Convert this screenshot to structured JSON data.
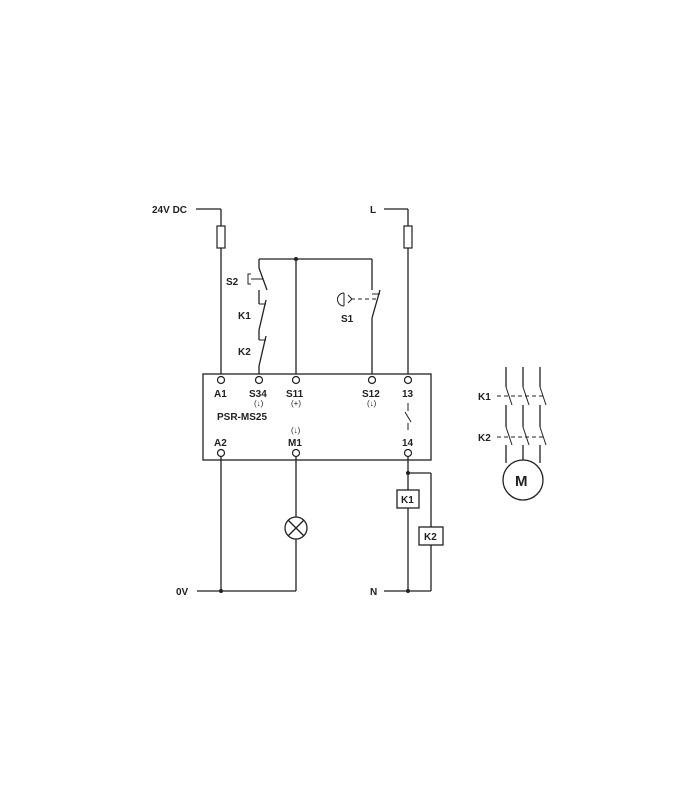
{
  "supply": {
    "dc_label": "24V DC",
    "ground_label": "0V",
    "line_label": "L",
    "neutral_label": "N"
  },
  "module": {
    "name": "PSR-MS25",
    "top_terminals": [
      "A1",
      "S34",
      "S11",
      "S12",
      "13"
    ],
    "top_subs": [
      "(↓)",
      "(+)",
      "(↓)"
    ],
    "bottom_terminals": [
      "A2",
      "M1",
      "14"
    ],
    "bottom_sub": "(↓)"
  },
  "switches": {
    "s2": "S2",
    "s1": "S1",
    "k1_feedback": "K1",
    "k2_feedback": "K2"
  },
  "coils": {
    "k1": "K1",
    "k2": "K2"
  },
  "motor": {
    "symbol": "M",
    "k1_contacts": "K1",
    "k2_contacts": "K2"
  }
}
